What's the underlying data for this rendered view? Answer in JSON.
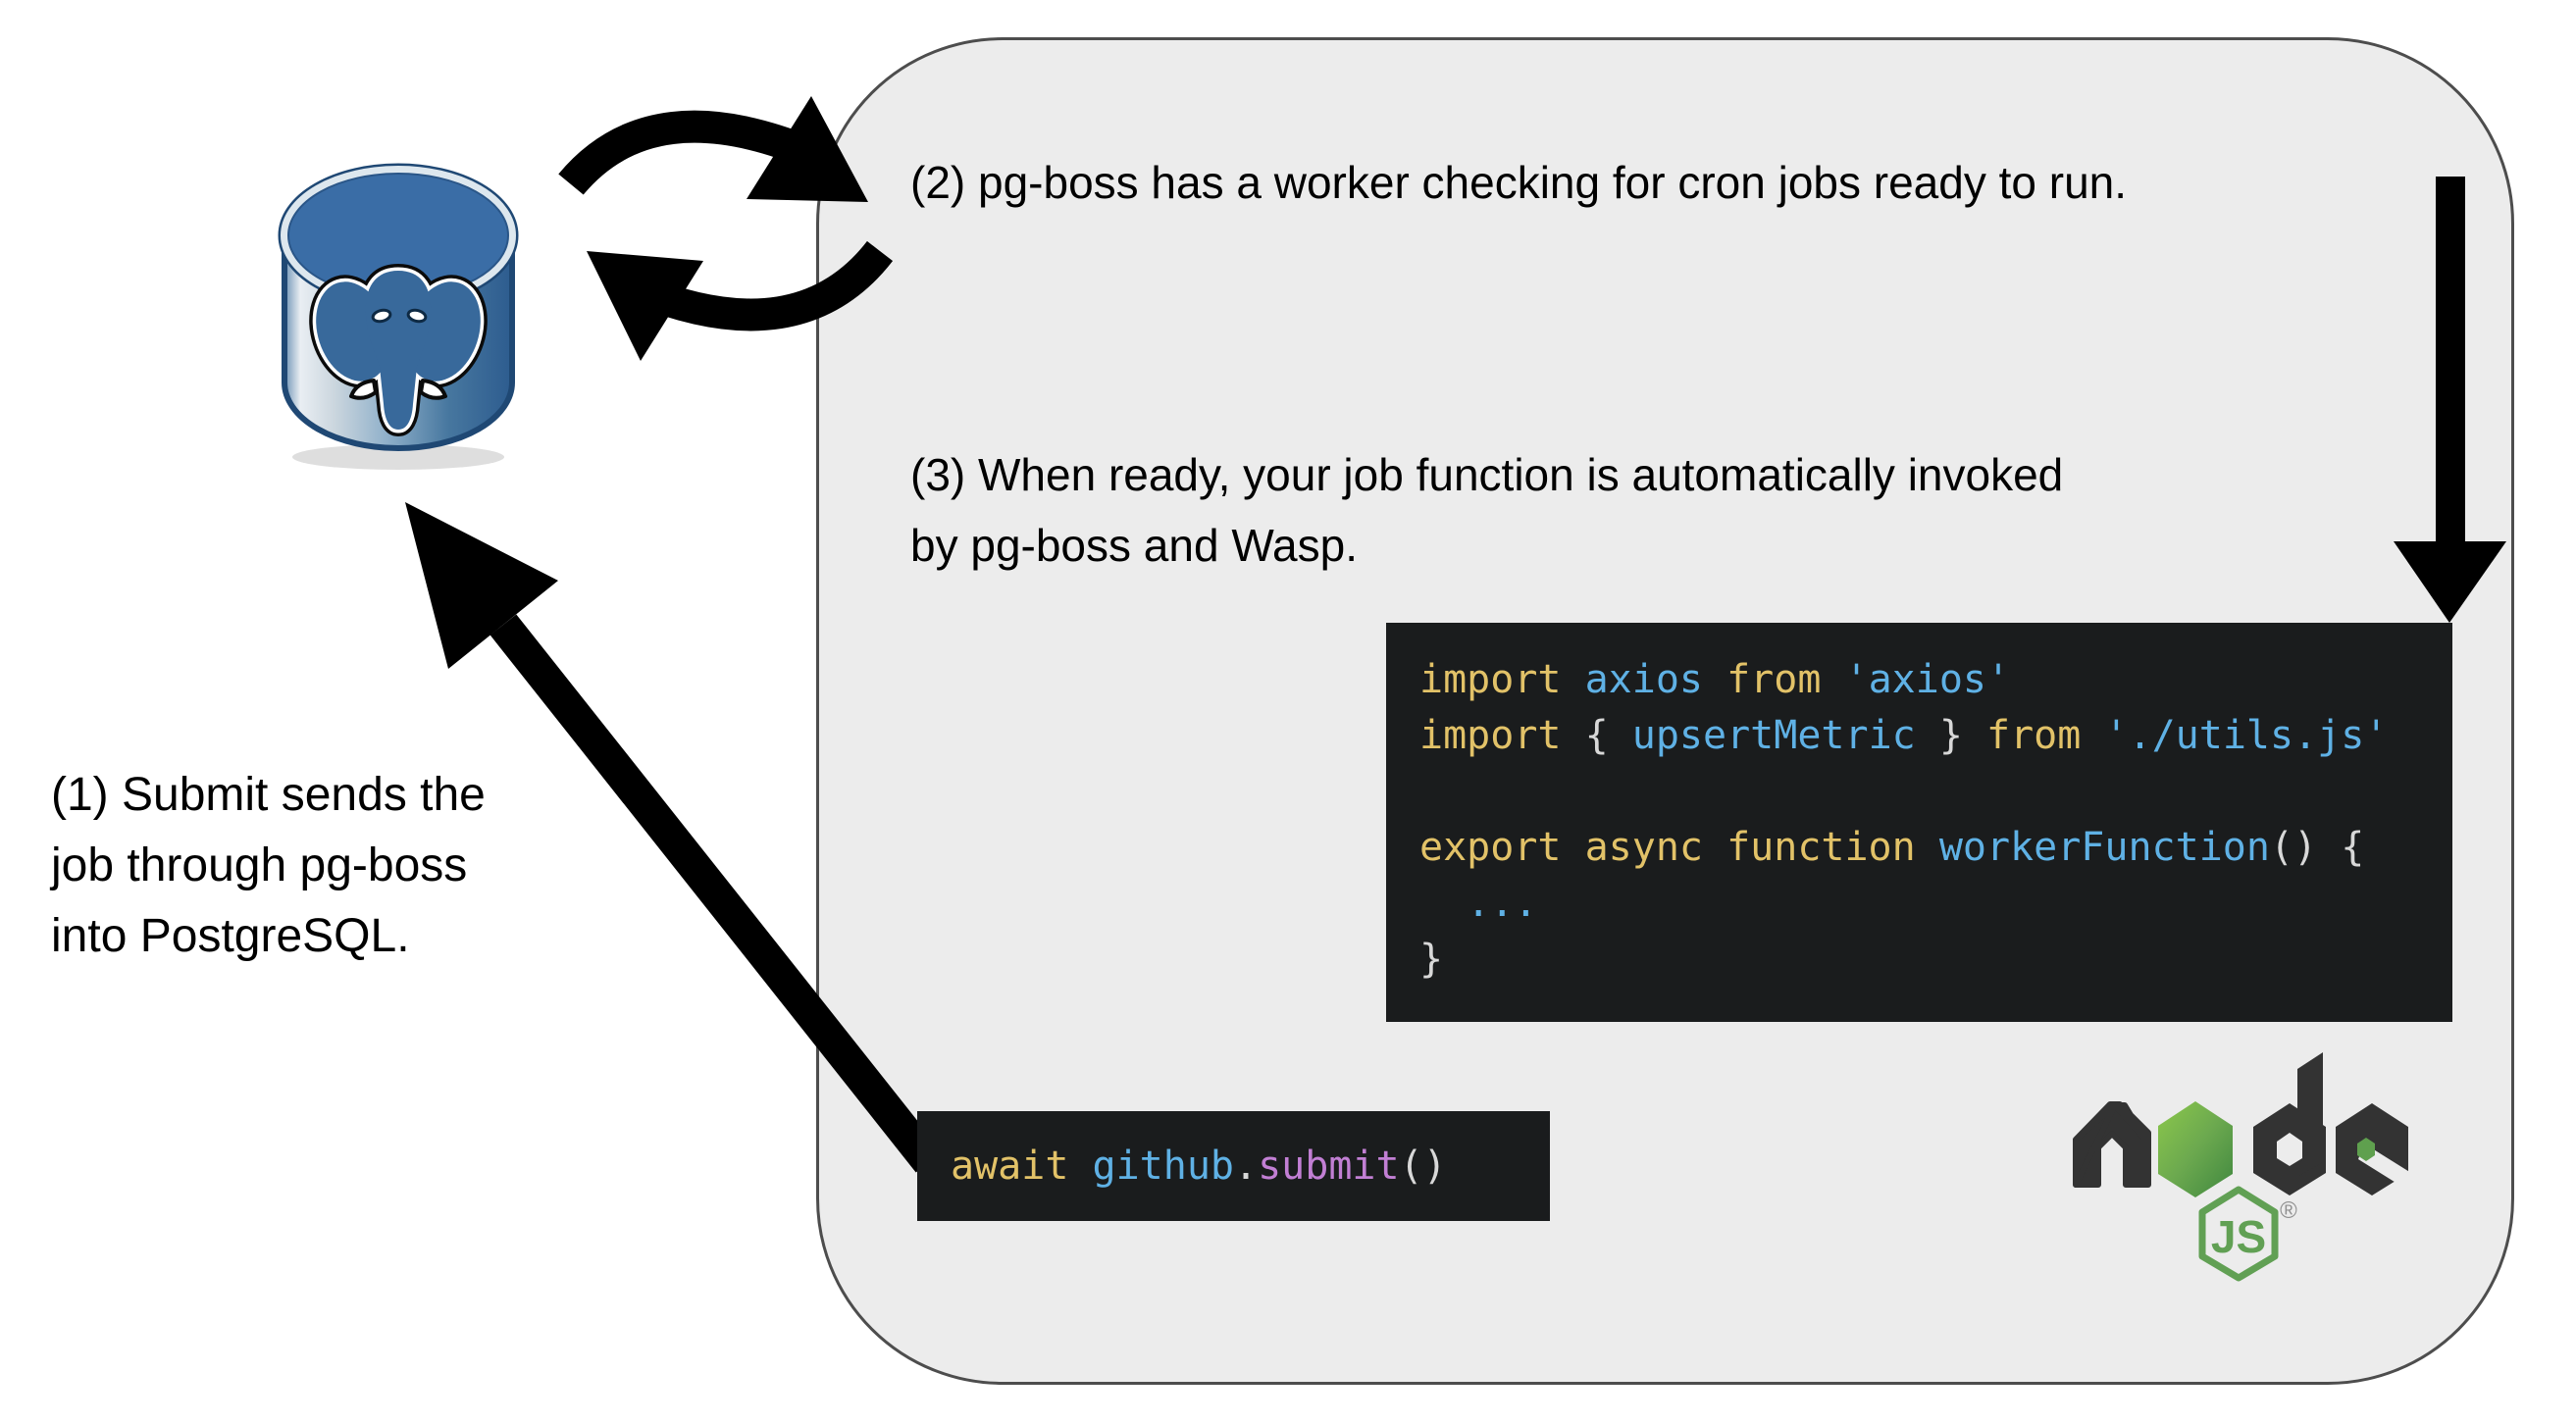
{
  "page": {
    "background": "#ffffff"
  },
  "container": {
    "fill": "#ececec",
    "border_color": "#4d4d4d"
  },
  "annotations": {
    "step1": {
      "lines": [
        "(1) Submit sends the",
        "job through pg-boss",
        "into PostgreSQL."
      ]
    },
    "step2": {
      "lines": [
        "(2) pg-boss has a worker checking for cron jobs ready to run."
      ]
    },
    "step3": {
      "lines": [
        "(3) When ready, your job function is automatically invoked",
        "by pg-boss and Wasp."
      ]
    }
  },
  "code_blocks": {
    "worker": {
      "background": "#1a1c1d",
      "lines": [
        [
          {
            "t": "import ",
            "c": "keyword"
          },
          {
            "t": "axios ",
            "c": "identifier"
          },
          {
            "t": "from ",
            "c": "keyword"
          },
          {
            "t": "'axios'",
            "c": "string"
          }
        ],
        [
          {
            "t": "import ",
            "c": "keyword"
          },
          {
            "t": "{ ",
            "c": "punctuation"
          },
          {
            "t": "upsertMetric",
            "c": "identifier"
          },
          {
            "t": " } ",
            "c": "punctuation"
          },
          {
            "t": "from ",
            "c": "keyword"
          },
          {
            "t": "'./utils.js'",
            "c": "string"
          }
        ],
        [],
        [
          {
            "t": "export async function ",
            "c": "keyword"
          },
          {
            "t": "workerFunction",
            "c": "function"
          },
          {
            "t": "() {",
            "c": "punctuation"
          }
        ],
        [
          {
            "t": "  ...",
            "c": "identifier"
          }
        ],
        [
          {
            "t": "}",
            "c": "punctuation"
          }
        ]
      ]
    },
    "submit": {
      "background": "#1a1c1d",
      "lines": [
        [
          {
            "t": "await ",
            "c": "keyword"
          },
          {
            "t": "github",
            "c": "identifier"
          },
          {
            "t": ".",
            "c": "punctuation"
          },
          {
            "t": "submit",
            "c": "method"
          },
          {
            "t": "()",
            "c": "punctuation"
          }
        ]
      ]
    }
  },
  "token_colors": {
    "keyword": "#e2c268",
    "identifier": "#5fb1e5",
    "string": "#5fb1e5",
    "function": "#5fb1e5",
    "method": "#c27fd4",
    "punctuation": "#d8d8d8"
  },
  "icons": {
    "postgresql": {
      "label": "PostgreSQL database",
      "body_blue": "#3a6da6",
      "outline": "#1f4874",
      "elephant_blue": "#38699b"
    },
    "sync": {
      "label": "repeating cycle arrows",
      "color": "#000000"
    },
    "nodejs": {
      "wordmark": "node",
      "badge_text": "JS",
      "registered_mark": "®",
      "dark": "#333333",
      "green": "#5fa04e",
      "badge_green": "#61a054"
    }
  },
  "arrows": {
    "color": "#000000"
  }
}
